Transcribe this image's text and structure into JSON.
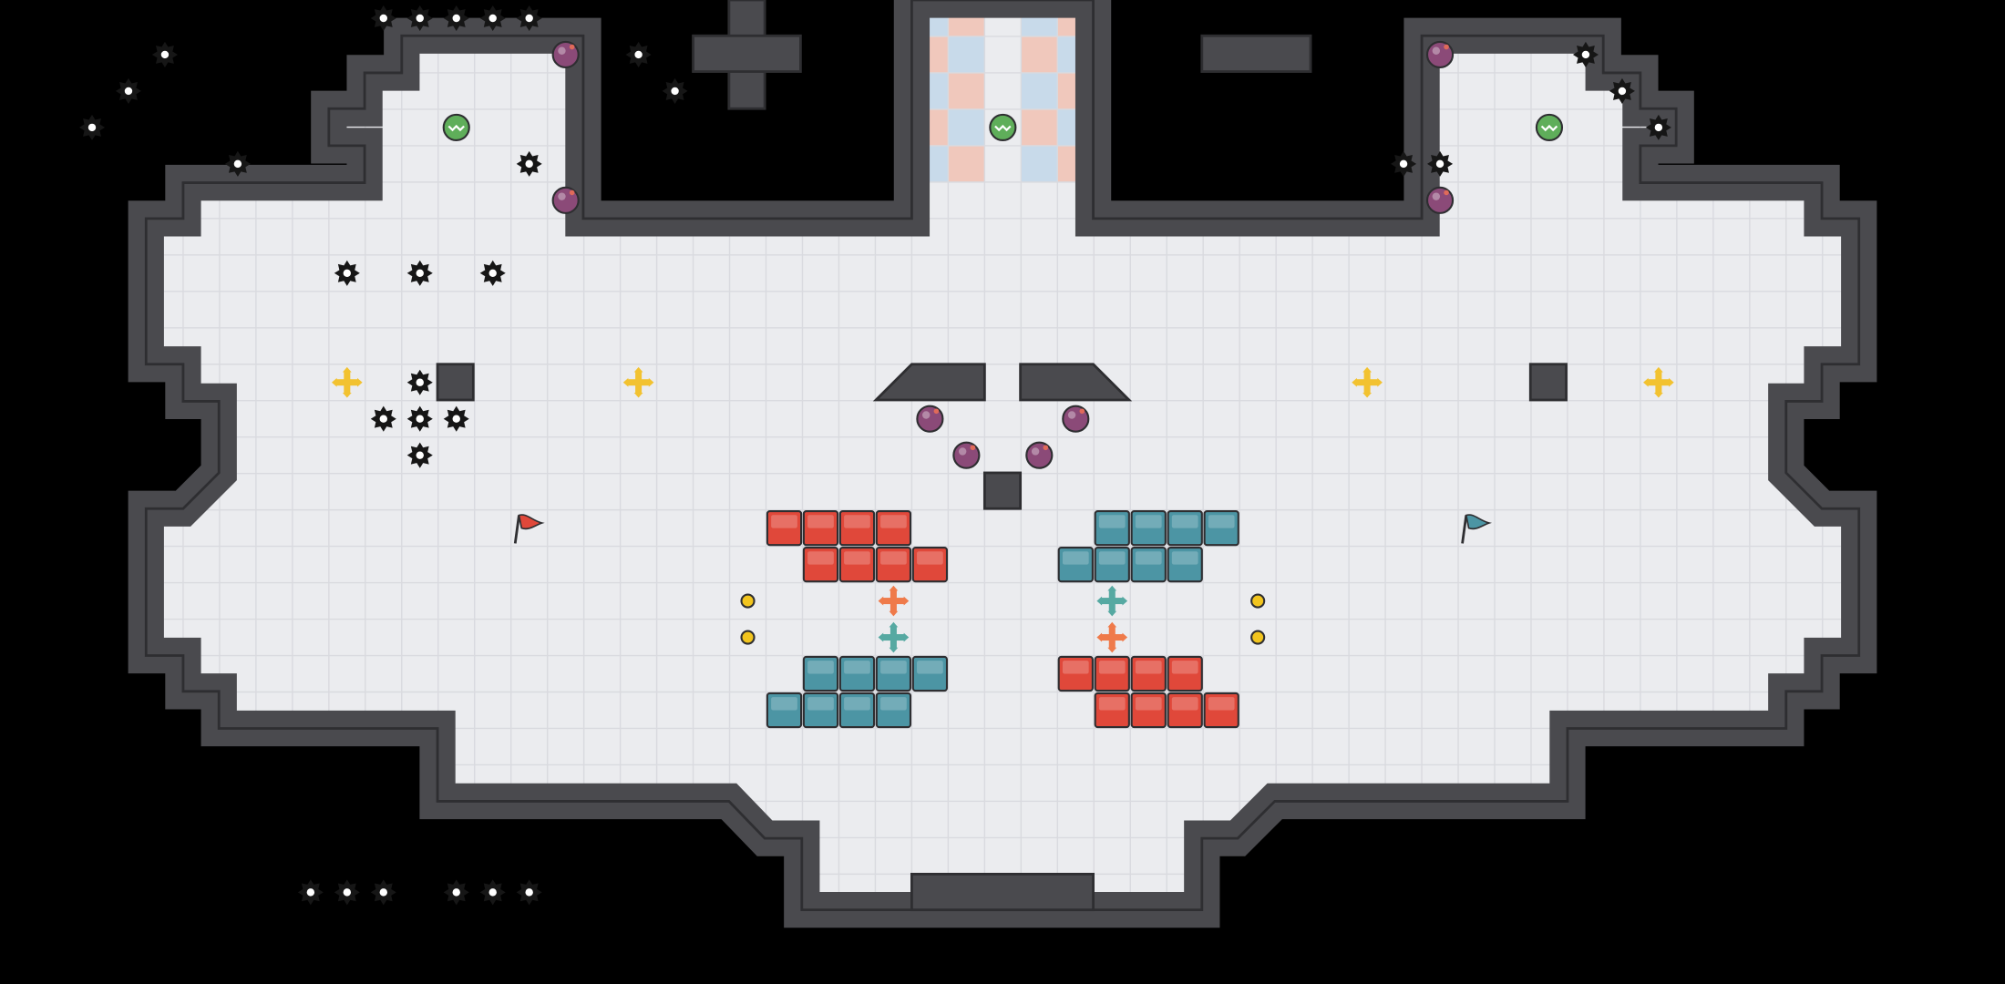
{
  "map": {
    "title": "",
    "colors": {
      "background": "#000000",
      "floor": "#ebecef",
      "grid": "#d9dadf",
      "wall_fill": "#4a4a4e",
      "wall_edge": "#2e2e31",
      "red_block": "#e0483a",
      "blue_block": "#4c95a4",
      "red_zone": "#f0c8bc",
      "blue_zone": "#c8daea",
      "spike": "#161616",
      "bomb": "#8b4a78",
      "speed": "#5fae5a",
      "yellow_powerup": "#f2c230",
      "orange_powerup": "#ef7a4a",
      "teal_powerup": "#56a9a2",
      "boost_dot": "#f2c51e",
      "red_flag": "#e0483a",
      "blue_flag": "#4c95a4"
    },
    "spikes": [
      [
        10,
        0
      ],
      [
        11,
        0
      ],
      [
        12,
        0
      ],
      [
        13,
        0
      ],
      [
        14,
        0
      ],
      [
        4,
        1
      ],
      [
        3,
        2
      ],
      [
        2,
        3
      ],
      [
        6,
        4
      ],
      [
        17,
        1
      ],
      [
        18,
        2
      ],
      [
        14,
        4
      ],
      [
        12,
        3
      ],
      [
        9,
        7
      ],
      [
        11,
        7
      ],
      [
        13,
        7
      ],
      [
        11,
        10
      ],
      [
        10,
        11
      ],
      [
        11,
        11
      ],
      [
        12,
        11
      ],
      [
        11,
        12
      ],
      [
        8,
        24
      ],
      [
        9,
        24
      ],
      [
        10,
        24
      ],
      [
        12,
        24
      ],
      [
        13,
        24
      ],
      [
        14,
        24
      ]
    ],
    "spikes_right": [
      [
        43,
        1
      ],
      [
        44,
        2
      ],
      [
        45,
        3
      ],
      [
        39,
        4
      ]
    ],
    "bombs": [
      [
        15,
        1
      ],
      [
        15,
        5
      ],
      [
        39,
        1
      ],
      [
        39,
        5
      ],
      [
        25,
        11
      ],
      [
        29,
        11
      ],
      [
        26,
        12
      ],
      [
        28,
        12
      ]
    ],
    "speed_pads": [
      [
        12,
        3
      ],
      [
        27,
        3
      ],
      [
        42,
        3
      ]
    ],
    "yellow_powerups": [
      [
        9,
        10
      ],
      [
        17,
        10
      ],
      [
        37,
        10
      ],
      [
        45,
        10
      ]
    ],
    "orange_powerups": [
      [
        24,
        16
      ],
      [
        30,
        17
      ]
    ],
    "teal_powerups": [
      [
        24,
        17
      ],
      [
        30,
        16
      ]
    ],
    "boost_dots": [
      [
        20,
        16
      ],
      [
        20,
        17
      ],
      [
        34,
        16
      ],
      [
        34,
        17
      ]
    ],
    "red_blocks": [
      [
        21,
        14
      ],
      [
        22,
        14
      ],
      [
        23,
        14
      ],
      [
        24,
        14
      ],
      [
        22,
        15
      ],
      [
        23,
        15
      ],
      [
        24,
        15
      ],
      [
        25,
        15
      ],
      [
        29,
        18
      ],
      [
        30,
        18
      ],
      [
        31,
        18
      ],
      [
        32,
        18
      ],
      [
        30,
        19
      ],
      [
        31,
        19
      ],
      [
        32,
        19
      ],
      [
        33,
        19
      ]
    ],
    "blue_blocks": [
      [
        30,
        14
      ],
      [
        31,
        14
      ],
      [
        32,
        14
      ],
      [
        33,
        14
      ],
      [
        29,
        15
      ],
      [
        30,
        15
      ],
      [
        31,
        15
      ],
      [
        32,
        15
      ],
      [
        22,
        18
      ],
      [
        23,
        18
      ],
      [
        24,
        18
      ],
      [
        25,
        18
      ],
      [
        21,
        19
      ],
      [
        22,
        19
      ],
      [
        23,
        19
      ],
      [
        24,
        19
      ]
    ],
    "red_flag": [
      14,
      14
    ],
    "blue_flag": [
      40,
      14
    ]
  }
}
